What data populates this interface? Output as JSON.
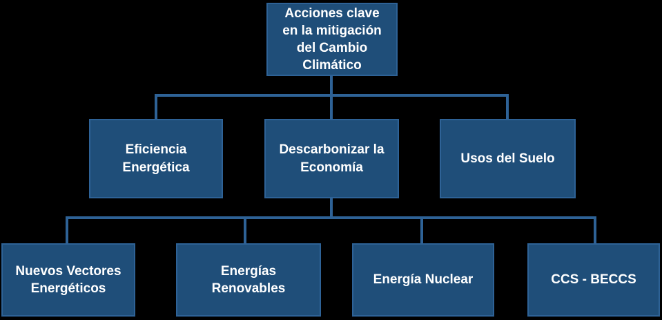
{
  "diagram": {
    "title": "Acciones clave en la mitigación del Cambio Climático",
    "root": {
      "label": "Acciones clave en la mitigación del Cambio Climático"
    },
    "level2": [
      {
        "label": "Eficiencia Energética"
      },
      {
        "label": "Descarbonizar la Economía"
      },
      {
        "label": "Usos del Suelo"
      }
    ],
    "level3_parent": "Descarbonizar la Economía",
    "level3": [
      {
        "label": "Nuevos Vectores Energéticos"
      },
      {
        "label": "Energías Renovables"
      },
      {
        "label": "Energía Nuclear"
      },
      {
        "label": "CCS - BECCS"
      }
    ]
  },
  "colors": {
    "background": "#000000",
    "box_fill": "#1F4E79",
    "box_border": "#2E6296",
    "connector": "#2E6296",
    "text": "#FFFFFF"
  }
}
